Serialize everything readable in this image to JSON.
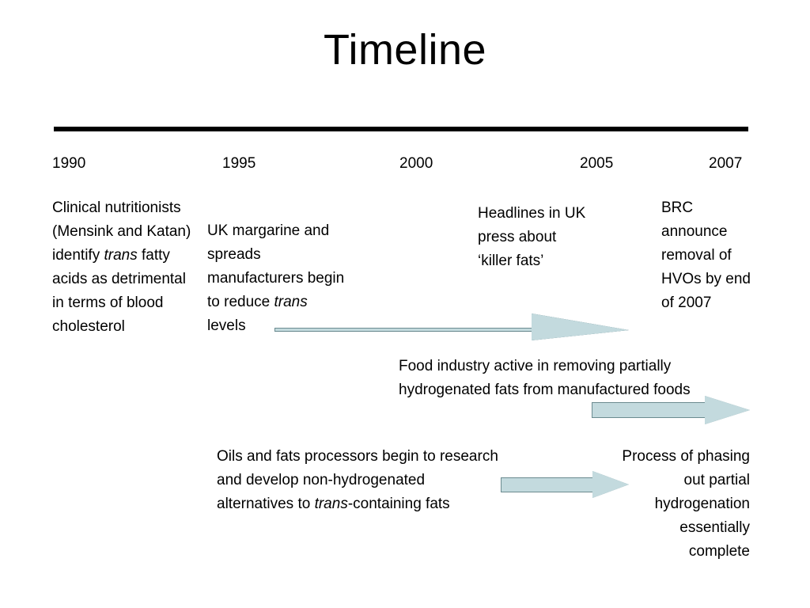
{
  "slide": {
    "title": "Timeline",
    "years": [
      "1990",
      "1995",
      "2000",
      "2005",
      "2007"
    ],
    "blocks": {
      "clinical": "Clinical nutritionists (Mensink and Katan) identify ",
      "clinical_italic": "trans",
      "clinical_tail": " fatty acids as detrimental in terms of blood cholesterol",
      "uk_margarine": "UK margarine and spreads manufacturers begin to reduce ",
      "uk_margarine_italic": "trans",
      "uk_margarine_tail": " levels",
      "headlines": "Headlines in UK press about ‘killer fats’",
      "brc": "BRC announce removal of HVOs by end of 2007",
      "food_industry": "Food industry active in removing partially hydrogenated fats from manufactured foods",
      "oils_fats": "Oils and fats processors begin to research and develop non-hydrogenated alternatives to ",
      "oils_fats_italic": "trans",
      "oils_fats_tail": "-containing fats",
      "process": "Process of phasing out partial hydrogenation essentially complete"
    },
    "arrows": [
      {
        "name": "trans-reduction-arrow",
        "fill": "#c3dade",
        "stroke": "#6b8b90"
      },
      {
        "name": "food-industry-arrow",
        "fill": "#c3dade",
        "stroke": "#6b8b90"
      },
      {
        "name": "oils-fats-arrow",
        "fill": "#c3dade",
        "stroke": "#6b8b90"
      }
    ],
    "colors": {
      "background": "#ffffff",
      "text": "#000000",
      "rule": "#000000",
      "arrow_fill": "#c3dade",
      "arrow_stroke": "#6b8b90"
    }
  }
}
